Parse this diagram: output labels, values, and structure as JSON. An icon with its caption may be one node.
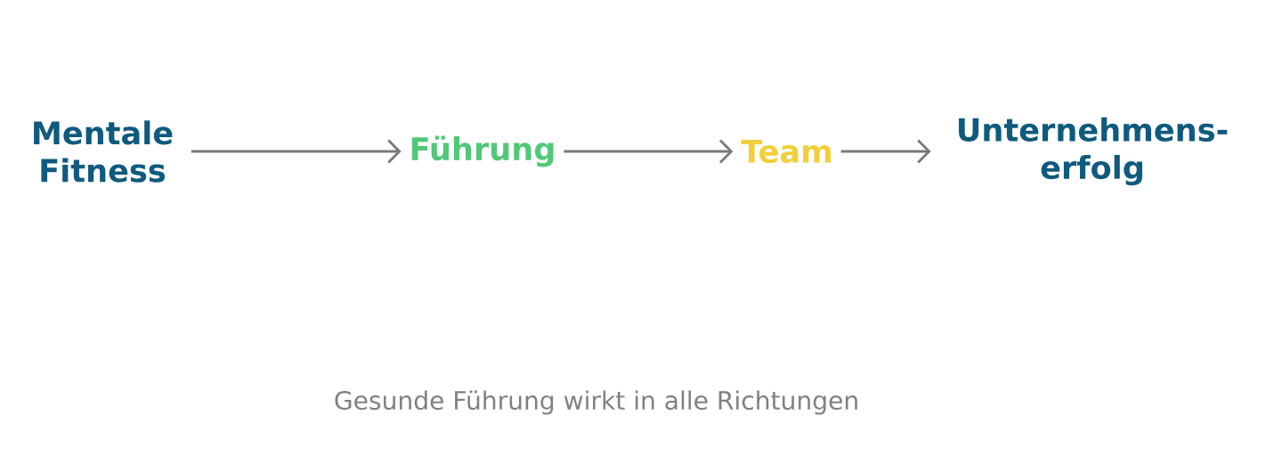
{
  "diagram": {
    "caption": "Gesunde Führung wirkt in alle Richtungen",
    "nodes": [
      {
        "text": [
          "Mentale Fitness"
        ]
      },
      {
        "text": [
          "Führung"
        ]
      },
      {
        "text": [
          "Team"
        ]
      },
      {
        "text": [
          "Unternehmens-erfolg"
        ]
      }
    ],
    "edges": [
      {
        "from": 0,
        "to": 1,
        "arrow": "to"
      },
      {
        "from": 1,
        "to": 2,
        "arrow": "to"
      },
      {
        "from": 2,
        "to": 3,
        "arrow": "to"
      }
    ]
  }
}
